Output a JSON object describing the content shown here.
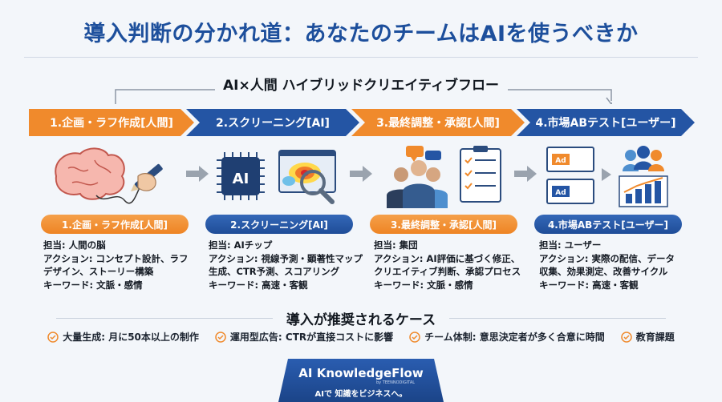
{
  "title": "導入判断の分かれ道：あなたのチームはAIを使うべきか",
  "flow_title": "AI×人間 ハイブリッドクリエイティブフロー",
  "steps": [
    {
      "banner": "1.企画・ラフ作成[人間]",
      "pill": "1.企画・ラフ作成[人間]",
      "color": "orange",
      "lines": [
        "担当: 人間の脳",
        "アクション: コンセプト設計、ラフ",
        "デザイン、ストーリー構築",
        "キーワード: 文脈・感情"
      ]
    },
    {
      "banner": "2.スクリーニング[AI]",
      "pill": "2.スクリーニング[AI]",
      "color": "blue",
      "lines": [
        "担当: AIチップ",
        "アクション: 視線予測・顕著性マップ",
        "生成、CTR予測、スコアリング",
        "キーワード: 高速・客観"
      ]
    },
    {
      "banner": "3.最終調整・承認[人間]",
      "pill": "3.最終調整・承認[人間]",
      "color": "orange",
      "lines": [
        "担当: 集団",
        "アクション: AI評価に基づく修正、",
        "クリエイティブ判断、承認プロセス",
        "キーワード: 文脈・感情"
      ]
    },
    {
      "banner": "4.市場ABテスト[ユーザー]",
      "pill": "4.市場ABテスト[ユーザー]",
      "color": "blue",
      "lines": [
        "担当: ユーザー",
        "アクション: 実際の配信、データ",
        "収集、効果測定、改善サイクル",
        "キーワード: 高速・客観"
      ]
    }
  ],
  "illustration": {
    "chip_label": "AI",
    "ad_label": "Ad"
  },
  "cases_title": "導入が推奨されるケース",
  "cases": [
    "大量生成: 月に50本以上の制作",
    "運用型広告: CTRが直接コストに影響",
    "チーム体制: 意思決定者が多く合意に時間",
    "教育課題"
  ],
  "footer": {
    "brand": "AI KnowledgeFlow",
    "brand_sub": "by TEENNODIGITAL",
    "tagline": "AIで 知識をビジネスへ。"
  },
  "colors": {
    "orange": "#f08a2c",
    "blue": "#2455a4",
    "title": "#1d4f9c"
  }
}
